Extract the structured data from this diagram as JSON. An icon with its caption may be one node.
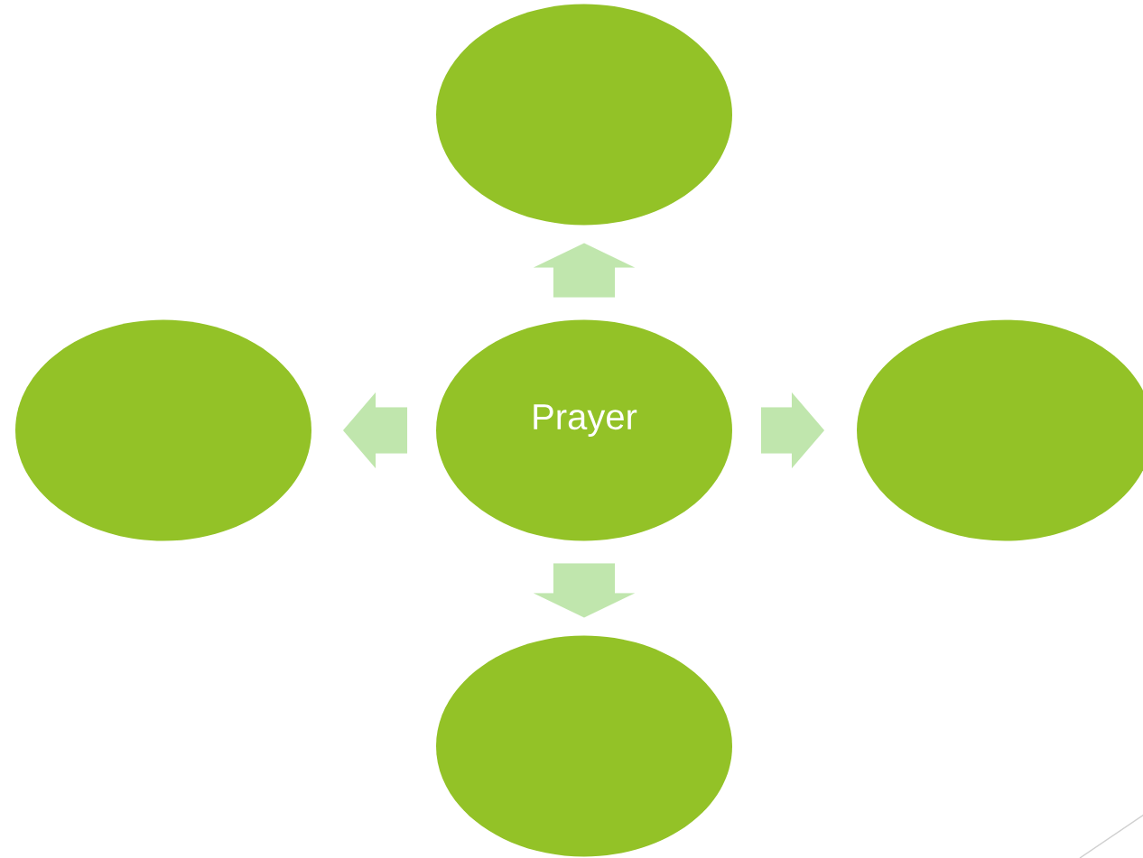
{
  "diagram": {
    "nodes": [
      {
        "text": [],
        "shape": "ellipse"
      },
      {
        "text": [],
        "shape": "ellipse"
      },
      {
        "text": [
          "Prayer"
        ]
      },
      {
        "text": [],
        "shape": "ellipse"
      },
      {
        "text": [],
        "shape": "ellipse"
      }
    ],
    "edges": [
      {
        "from": 2,
        "to": 0,
        "arrow": "to"
      },
      {
        "from": 2,
        "to": 1,
        "arrow": "to"
      },
      {
        "from": 2,
        "to": 3,
        "arrow": "to"
      },
      {
        "from": 2,
        "to": 4,
        "arrow": "to"
      }
    ]
  }
}
